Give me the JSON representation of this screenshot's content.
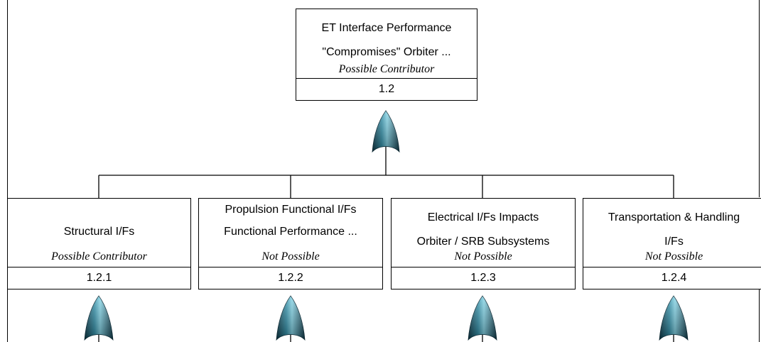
{
  "root": {
    "line1": "ET Interface Performance",
    "line2": "\"Compromises\" Orbiter ...",
    "status": "Possible Contributor",
    "id": "1.2"
  },
  "children": [
    {
      "line1": "",
      "line2": "Structural I/Fs",
      "status": "Possible Contributor",
      "id": "1.2.1"
    },
    {
      "line1": "Propulsion Functional I/Fs",
      "line2": "Functional Performance ...",
      "status": "Not Possible",
      "id": "1.2.2"
    },
    {
      "line1": "Electrical I/Fs Impacts",
      "line2": "Orbiter / SRB Subsystems",
      "status": "Not Possible",
      "id": "1.2.3"
    },
    {
      "line1": "Transportation & Handling",
      "line2": "I/Fs",
      "status": "Not Possible",
      "id": "1.2.4"
    }
  ],
  "colors": {
    "gate_light": "#7fd3e6",
    "gate_dark": "#0c3a4a",
    "line": "#000000"
  }
}
